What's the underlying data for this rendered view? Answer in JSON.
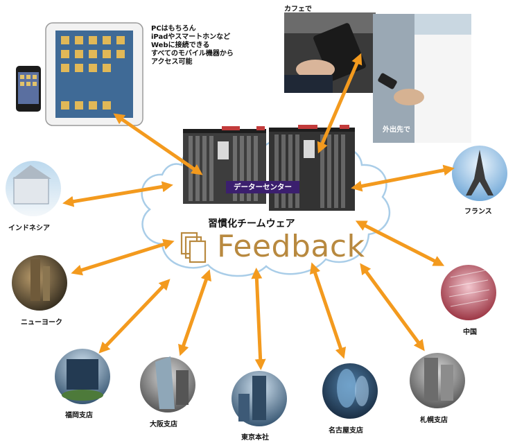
{
  "description": {
    "lines": [
      "PCはもちろん",
      "iPadやスマートホンなど",
      "Webに接続できる",
      "すべてのモバイル機器から",
      "アクセス可能"
    ]
  },
  "cafe_label": "カフェで",
  "outside_label": "外出先で",
  "datacenter_label": "データーセンター",
  "app_name": "習慣化チームウェア",
  "logo_text": "Feedback",
  "locations": {
    "indonesia": "インドネシア",
    "newyork": "ニューヨーク",
    "france": "フランス",
    "china": "中国",
    "fukuoka": "福岡支店",
    "osaka": "大阪支店",
    "tokyo": "東京本社",
    "nagoya": "名古屋支店",
    "sapporo": "札幌支店"
  },
  "colors": {
    "arrow": "#f39a1e",
    "cloud_stroke": "#a9cde8",
    "logo": "#b8893f",
    "badge": "#3b1f6e"
  }
}
